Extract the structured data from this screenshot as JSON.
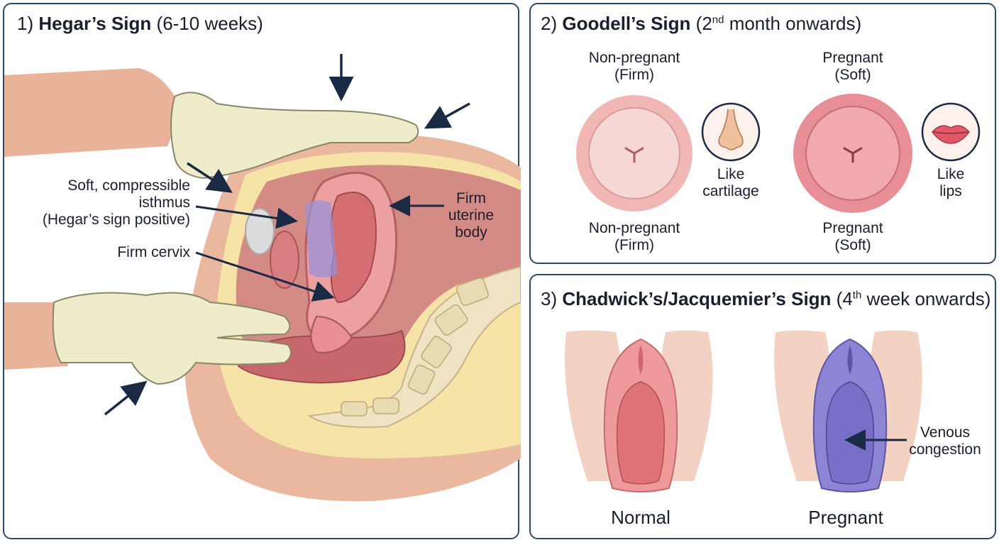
{
  "hegar": {
    "num": "1)",
    "name": "Hegar’s Sign",
    "timing": "(6-10 weeks)",
    "labels": {
      "isthmus_1": "Soft, compressible",
      "isthmus_2": "isthmus",
      "isthmus_3": "(Hegar’s sign positive)",
      "cervix": "Firm cervix",
      "body_1": "Firm",
      "body_2": "uterine",
      "body_3": "body"
    }
  },
  "goodell": {
    "num": "2)",
    "name": "Goodell’s Sign",
    "timing_pre": "(2",
    "timing_sup": "nd",
    "timing_post": " month onwards)",
    "nonpregnant": {
      "top_1": "Non-pregnant",
      "top_2": "(Firm)",
      "bottom_1": "Non-pregnant",
      "bottom_2": "(Firm)",
      "compare_1": "Like",
      "compare_2": "cartilage",
      "compare_icon": "nose-icon"
    },
    "pregnant": {
      "top_1": "Pregnant",
      "top_2": "(Soft)",
      "bottom_1": "Pregnant",
      "bottom_2": "(Soft)",
      "compare_1": "Like",
      "compare_2": "lips",
      "compare_icon": "lips-icon"
    }
  },
  "chadwick": {
    "num": "3)",
    "name": "Chadwick’s/Jacquemier’s Sign",
    "timing_pre": "(4",
    "timing_sup": "th",
    "timing_post": " week onwards)",
    "normal_label": "Normal",
    "pregnant_label": "Pregnant",
    "venous_1": "Venous",
    "venous_2": "congestion"
  },
  "colors": {
    "border": "#2d4a6e",
    "arrow": "#1b2a44",
    "glove": "#efeccb",
    "skin": "#e9b39a",
    "tissue_pink": "#e58b8e",
    "bluish": "#7b72c8"
  }
}
